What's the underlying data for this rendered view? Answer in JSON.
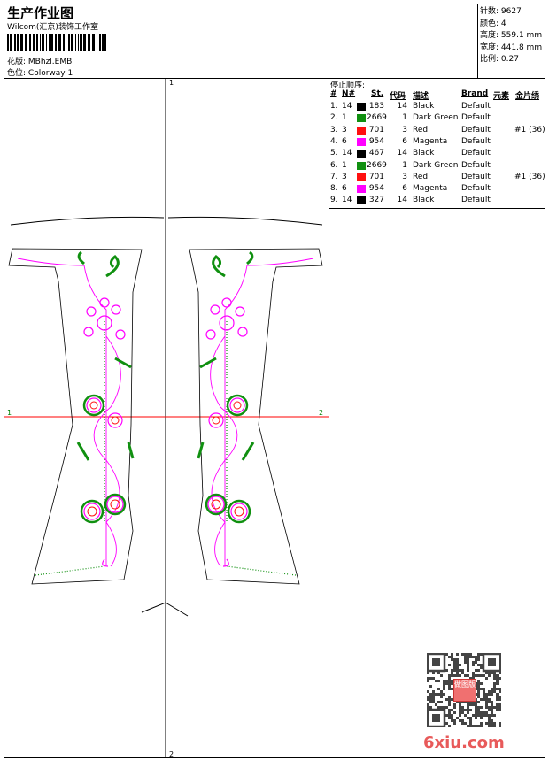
{
  "header": {
    "title": "生产作业图",
    "company": "Wilcom(汇京)装饰工作室",
    "design_label": "花版:",
    "design_value": "MBhzl.EMB",
    "colorway_label": "色位:",
    "colorway_value": "Colorway 1"
  },
  "info": [
    {
      "label": "针数:",
      "value": "9627"
    },
    {
      "label": "颜色:",
      "value": "4"
    },
    {
      "label": "高度:",
      "value": "559.1 mm"
    },
    {
      "label": "宽度:",
      "value": "441.8 mm"
    },
    {
      "label": "比例:",
      "value": "0.27"
    }
  ],
  "stop_sequence": {
    "title": "停止顺序:",
    "headers": [
      "#",
      "N#",
      "St.",
      "代码",
      "描述",
      "Brand",
      "元素",
      "金片绣"
    ],
    "rows": [
      {
        "idx": "1.",
        "n": "14",
        "color": "#000000",
        "st": "183",
        "code": "14",
        "desc": "Black",
        "brand": "Default",
        "extra": ""
      },
      {
        "idx": "2.",
        "n": "1",
        "color": "#109010",
        "st": "2669",
        "code": "1",
        "desc": "Dark Green",
        "brand": "Default",
        "extra": ""
      },
      {
        "idx": "3.",
        "n": "3",
        "color": "#ff1010",
        "st": "701",
        "code": "3",
        "desc": "Red",
        "brand": "Default",
        "extra": "#1 (36)"
      },
      {
        "idx": "4.",
        "n": "6",
        "color": "#ff00ff",
        "st": "954",
        "code": "6",
        "desc": "Magenta",
        "brand": "Default",
        "extra": ""
      },
      {
        "idx": "5.",
        "n": "14",
        "color": "#000000",
        "st": "467",
        "code": "14",
        "desc": "Black",
        "brand": "Default",
        "extra": ""
      },
      {
        "idx": "6.",
        "n": "1",
        "color": "#109010",
        "st": "2669",
        "code": "1",
        "desc": "Dark Green",
        "brand": "Default",
        "extra": ""
      },
      {
        "idx": "7.",
        "n": "3",
        "color": "#ff1010",
        "st": "701",
        "code": "3",
        "desc": "Red",
        "brand": "Default",
        "extra": "#1 (36)"
      },
      {
        "idx": "8.",
        "n": "6",
        "color": "#ff00ff",
        "st": "954",
        "code": "6",
        "desc": "Magenta",
        "brand": "Default",
        "extra": ""
      },
      {
        "idx": "9.",
        "n": "14",
        "color": "#000000",
        "st": "327",
        "code": "14",
        "desc": "Black",
        "brand": "Default",
        "extra": ""
      }
    ]
  },
  "axes": {
    "top": "1",
    "bottom": "2",
    "left": "1",
    "right": "2"
  },
  "watermark": {
    "text": "6xiu.com",
    "seal": "做图版"
  },
  "colors": {
    "axis": "#ff0000",
    "green": "#109010",
    "magenta": "#ff00ff",
    "red": "#ff1010"
  }
}
